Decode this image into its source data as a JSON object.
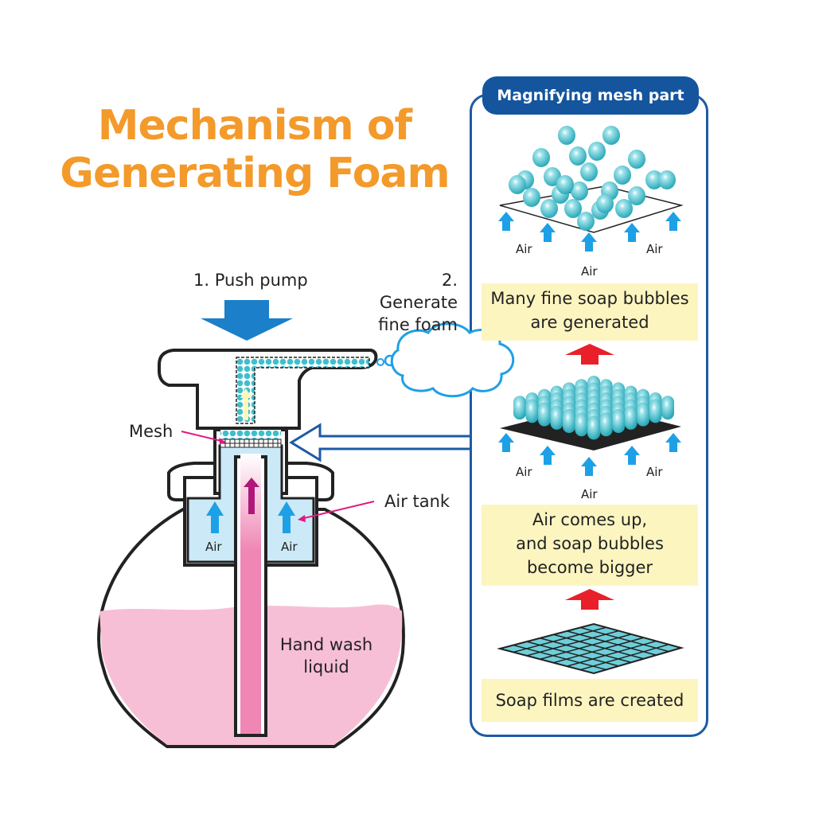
{
  "title": {
    "line1": "Mechanism of",
    "line2": "Generating Foam"
  },
  "colors": {
    "title": "#f39a2b",
    "panel_border": "#1d5aa6",
    "panel_header": "#14559e",
    "caption_bg": "#fdf5c0",
    "bubble": "#3fbfcc",
    "liquid": "#f7bfd6",
    "tube": "#ef86b4",
    "air_arrow": "#1ea0e6",
    "step_arrow": "#e8202a",
    "push_arrow": "#1b7fc9",
    "pointer": "#e0197d"
  },
  "steps": {
    "push": "1. Push pump",
    "generate_line1": "2. Generate",
    "generate_line2": "fine foam"
  },
  "labels": {
    "mesh": "Mesh",
    "air_tank": "Air tank",
    "liquid_line1": "Hand wash",
    "liquid_line2": "liquid",
    "air": "Air"
  },
  "panel": {
    "header": "Magnifying mesh part",
    "stages": [
      {
        "caption_lines": [
          "Many fine soap bubbles",
          "are generated"
        ],
        "air_labels": [
          "Air",
          "Air",
          "Air"
        ]
      },
      {
        "caption_lines": [
          "Air comes up,",
          "and soap bubbles",
          "become bigger"
        ],
        "air_labels": [
          "Air",
          "Air",
          "Air"
        ]
      },
      {
        "caption_lines": [
          "Soap films are created"
        ]
      }
    ]
  }
}
